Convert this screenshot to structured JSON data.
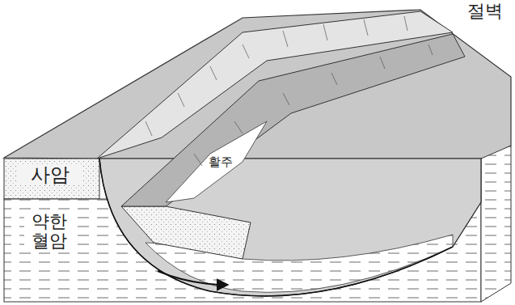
{
  "diagram": {
    "labels": [
      "절벽",
      "사암",
      "약한 혈암",
      "활주"
    ]
  }
}
